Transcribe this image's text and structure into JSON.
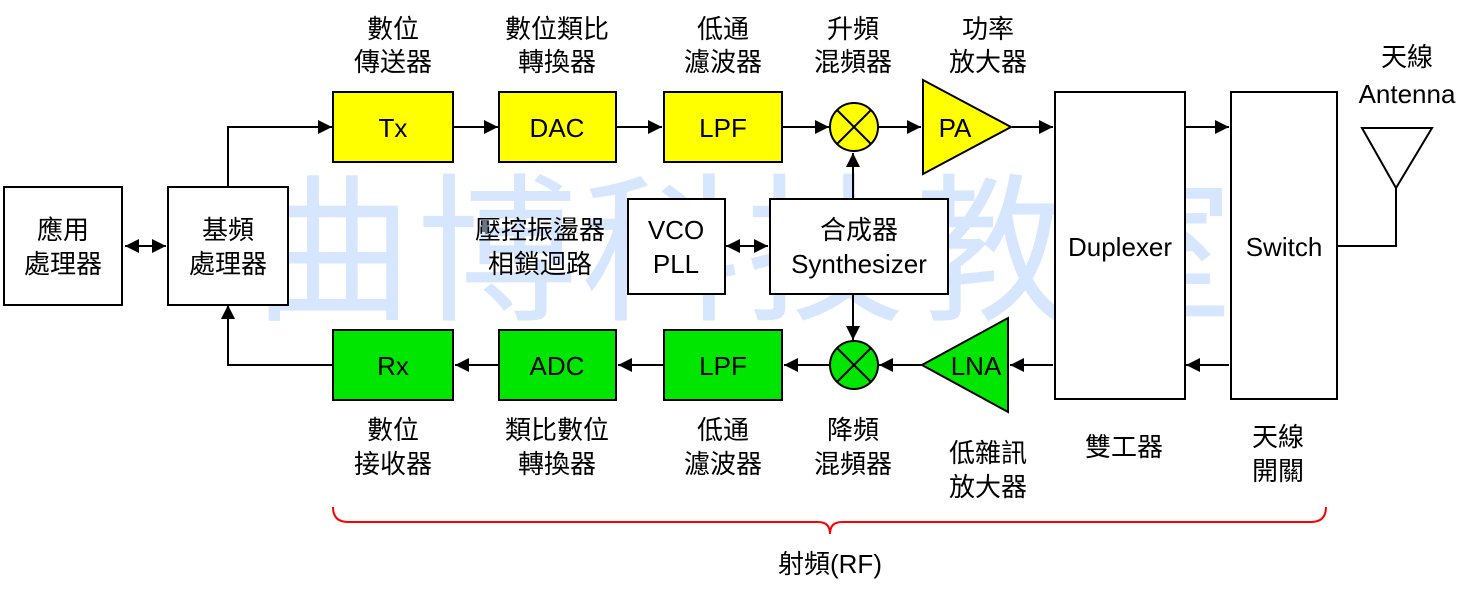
{
  "watermark": "曲博科技教室",
  "colors": {
    "tx_fill": "#FFFF00",
    "rx_fill": "#00E600",
    "stroke": "#000000",
    "brace": "#FF0000",
    "watermark": "#D6E6FF"
  },
  "blocks": {
    "app_processor": [
      "應用",
      "處理器"
    ],
    "baseband": [
      "基頻",
      "處理器"
    ],
    "tx": "Tx",
    "dac": "DAC",
    "tx_lpf": "LPF",
    "pa": "PA",
    "rx": "Rx",
    "adc": "ADC",
    "rx_lpf": "LPF",
    "lna": "LNA",
    "vco_pll": [
      "VCO",
      "PLL"
    ],
    "synthesizer": [
      "合成器",
      "Synthesizer"
    ],
    "duplexer": "Duplexer",
    "switch": "Switch"
  },
  "captions": {
    "tx": [
      "數位",
      "傳送器"
    ],
    "dac": [
      "數位類比",
      "轉換器"
    ],
    "tx_lpf": [
      "低通",
      "濾波器"
    ],
    "up_mixer": [
      "升頻",
      "混頻器"
    ],
    "pa": [
      "功率",
      "放大器"
    ],
    "antenna": [
      "天線",
      "Antenna"
    ],
    "vco_pll": [
      "壓控振盪器",
      "相鎖迴路"
    ],
    "rx": [
      "數位",
      "接收器"
    ],
    "adc": [
      "類比數位",
      "轉換器"
    ],
    "rx_lpf": [
      "低通",
      "濾波器"
    ],
    "down_mixer": [
      "降頻",
      "混頻器"
    ],
    "lna": [
      "低雜訊",
      "放大器"
    ],
    "duplexer": [
      "雙工器"
    ],
    "switch": [
      "天線",
      "開關"
    ]
  },
  "rf_label": "射頻(RF)"
}
